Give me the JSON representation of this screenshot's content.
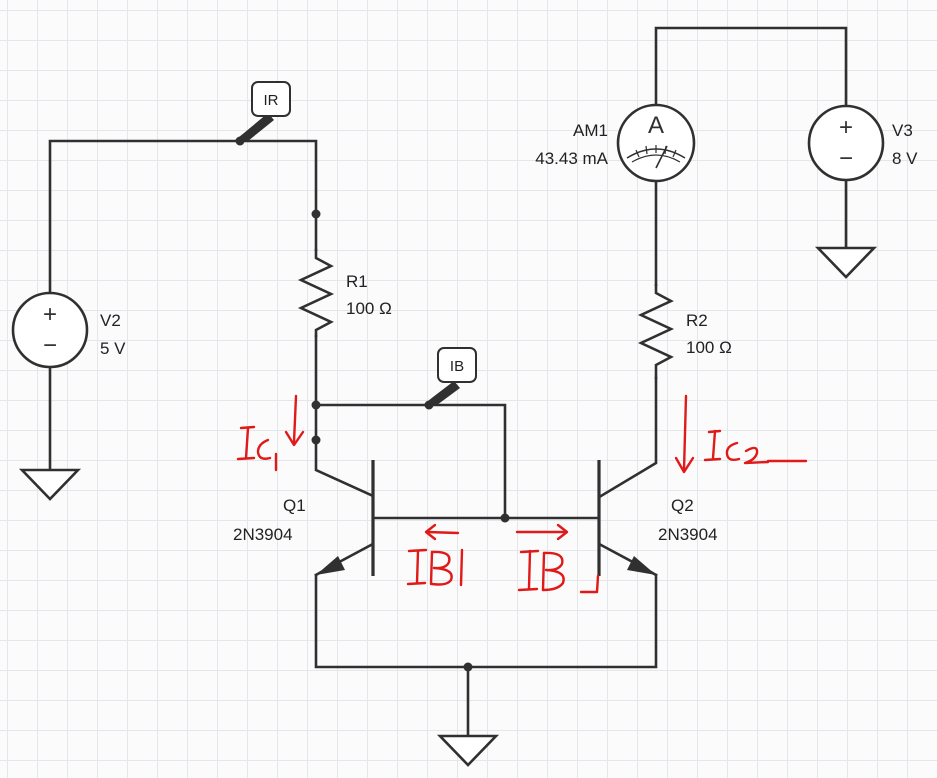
{
  "components": {
    "v2": {
      "name": "V2",
      "value": "5 V"
    },
    "v3": {
      "name": "V3",
      "value": "8 V"
    },
    "r1": {
      "name": "R1",
      "value": "100 Ω"
    },
    "r2": {
      "name": "R2",
      "value": "100 Ω"
    },
    "q1": {
      "name": "Q1",
      "part": "2N3904"
    },
    "q2": {
      "name": "Q2",
      "part": "2N3904"
    },
    "am1": {
      "name": "AM1",
      "reading": "43.43 mA",
      "symbol": "A"
    }
  },
  "probes": {
    "ir": "IR",
    "ib": "IB"
  },
  "source_symbols": {
    "plus": "+",
    "minus": "−"
  },
  "icons": [
    "ammeter-icon",
    "voltage-source-icon",
    "ground-icon",
    "resistor-icon",
    "npn-transistor-icon",
    "current-probe-icon"
  ],
  "colors": {
    "wire": "#303030",
    "annotation": "#e01919",
    "grid": "#e3e6ea",
    "background": "#fbfbfb"
  }
}
